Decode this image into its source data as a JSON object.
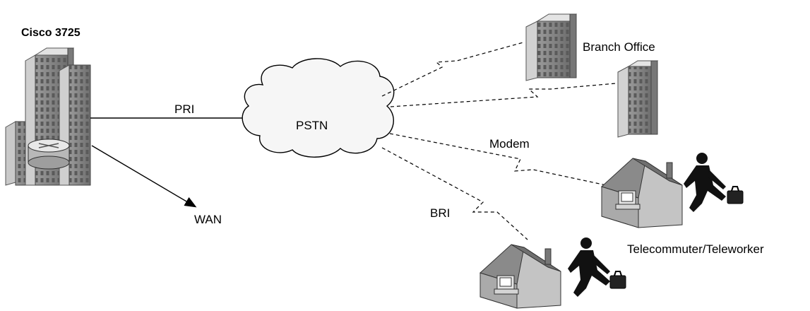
{
  "labels": {
    "router_title": "Cisco 3725",
    "link_pri": "PRI",
    "cloud_pstn": "PSTN",
    "wan": "WAN",
    "branch_office": "Branch Office",
    "link_modem": "Modem",
    "link_bri": "BRI",
    "telecommuter": "Telecommuter/Teleworker"
  },
  "icons": {
    "hq": "building-router-icon",
    "cloud": "cloud-icon",
    "branch": "office-building-icon",
    "home": "house-computer-icon",
    "worker": "running-businessman-icon"
  }
}
